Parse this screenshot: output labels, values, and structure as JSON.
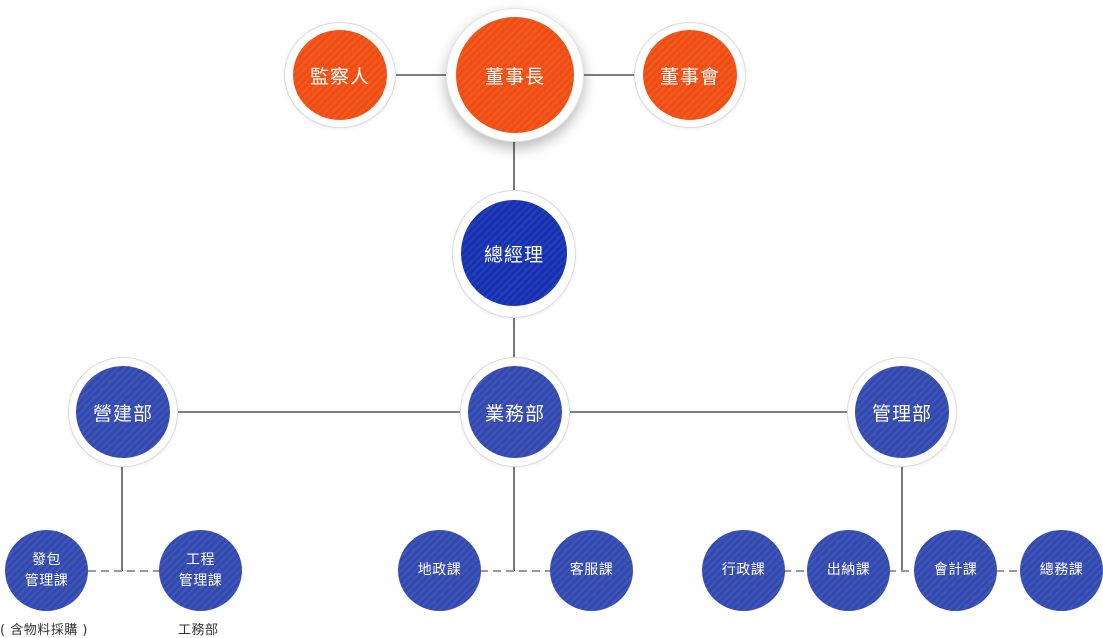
{
  "board": {
    "supervisor": "監察人",
    "chairman": "董事長",
    "board_meeting": "董事會"
  },
  "general_manager": "總經理",
  "departments": {
    "construction": "營建部",
    "business": "業務部",
    "management": "管理部"
  },
  "sections": {
    "contracting_line1": "發包",
    "contracting_line2": "管理課",
    "engineering_line1": "工程",
    "engineering_line2": "管理課",
    "land_admin": "地政課",
    "customer_service": "客服課",
    "administration": "行政課",
    "cashier": "出納課",
    "accounting": "會計課",
    "general_affairs": "總務課"
  },
  "captions": {
    "contracting_note": "( 含物料採購 )",
    "engineering_note": "工務部"
  },
  "colors": {
    "board_orange": "#f04d12",
    "gm_navy": "#1530b0",
    "dept_blue": "#3249b0",
    "line_gray": "#555555",
    "dash_gray": "#9a9a9a"
  }
}
